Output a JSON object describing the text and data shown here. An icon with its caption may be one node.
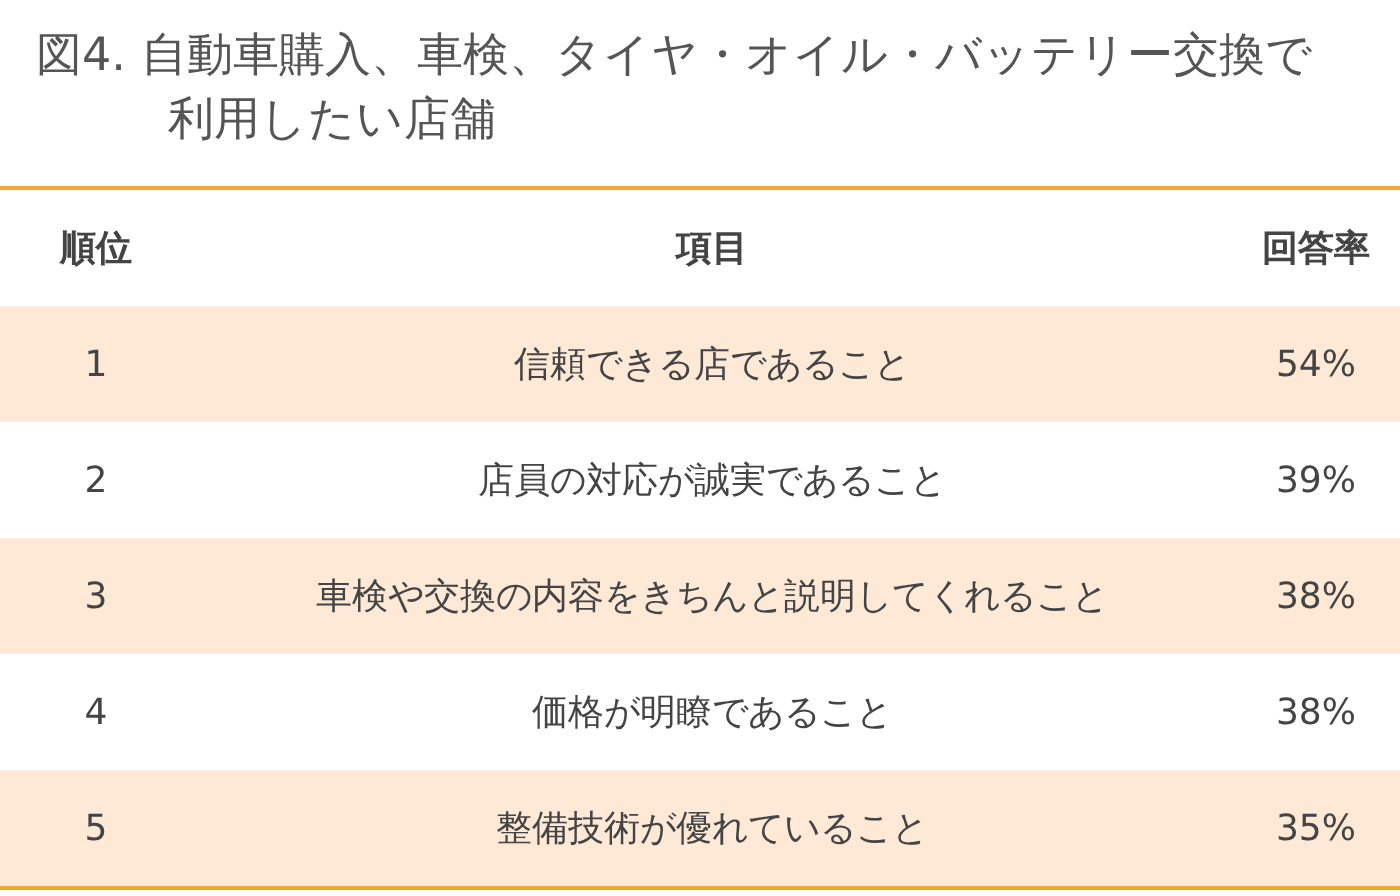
{
  "diagram": {
    "title": "図4. 自動車購入、車検、タイヤ・オイル・バッテリー交換で利用したい店舗",
    "labels": [
      "順位",
      "項目",
      "回答率",
      "1",
      "信頼できる店であること",
      "54%",
      "2",
      "店員の対応が誠実であること",
      "39%",
      "3",
      "車検や交換の内容をきちんと説明してくれること",
      "38%",
      "4",
      "価格が明瞭であること",
      "38%",
      "5",
      "整備技術が優れていること",
      "35%"
    ]
  }
}
